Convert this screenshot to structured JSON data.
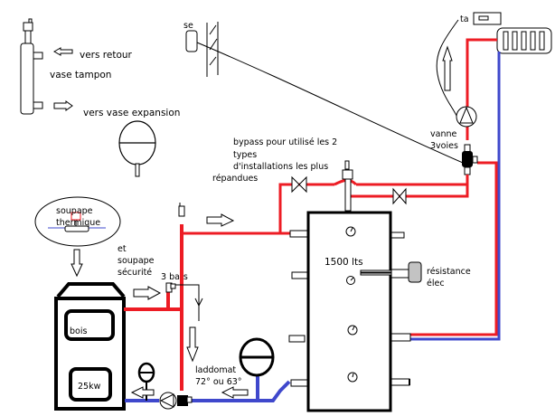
{
  "colors": {
    "hot_pipe": "#ed1c24",
    "cold_pipe": "#3f48cc",
    "outline": "#000000",
    "element_fill": "#c3c3c3",
    "background": "#ffffff"
  },
  "labels": {
    "vers_retour": "vers retour",
    "vase_tampon": "vase tampon",
    "vers_vase_expansion": "vers vase expansion",
    "sonde_exterieure": "se",
    "thermostat_ambiance": "ta",
    "vanne_line1": "vanne",
    "vanne_line2": "3voies",
    "bypass_line1": "bypass pour utilisé les 2",
    "bypass_line2": "types",
    "bypass_line3": "d'installations les plus",
    "bypass_line4": "répandues",
    "soupape_line1": "soupape",
    "soupape_line2": "thermique",
    "securite_line1": "et",
    "securite_line2": "soupape",
    "securite_line3": "sécurité",
    "pression": "3 bars",
    "tank_volume": "1500 lts",
    "resistance_line1": "résistance",
    "resistance_line2": "élec",
    "boiler_fuel": "bois",
    "boiler_power": "25kw",
    "laddomat_line1": "laddomat",
    "laddomat_line2": "72° ou 63°"
  }
}
